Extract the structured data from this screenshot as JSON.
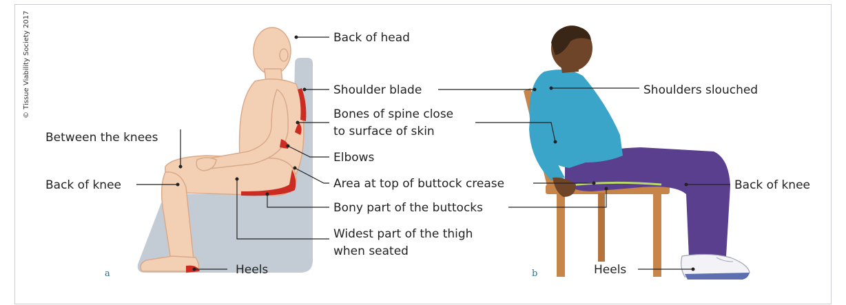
{
  "copyright": "© Tissue Viability Society 2017",
  "panel_a": {
    "letter": "a",
    "labels": {
      "back_of_head": "Back of head",
      "shoulder_blade": "Shoulder blade",
      "spine_line1": "Bones of spine close",
      "spine_line2": "to surface of skin",
      "between_knees": "Between the knees",
      "elbows": "Elbows",
      "back_of_knee": "Back of knee",
      "buttock_crease": "Area at top of buttock crease",
      "bony_buttocks": "Bony part of the buttocks",
      "thigh_line1": "Widest part of the thigh",
      "thigh_line2": "when seated",
      "heels": "Heels"
    }
  },
  "panel_b": {
    "letter": "b",
    "labels": {
      "shoulders_slouched": "Shoulders slouched",
      "back_of_knee": "Back of knee",
      "heels": "Heels"
    }
  },
  "colors": {
    "skin": "#f3cfb3",
    "skin_line": "#d9a98a",
    "pressure": "#cc2b22",
    "seat_grey": "#c3ccd4",
    "sweater": "#3aa5c8",
    "trousers": "#5b3f8f",
    "chair_wood": "#c8854a",
    "dark_skin": "#6e4528",
    "hair": "#3a2616"
  }
}
